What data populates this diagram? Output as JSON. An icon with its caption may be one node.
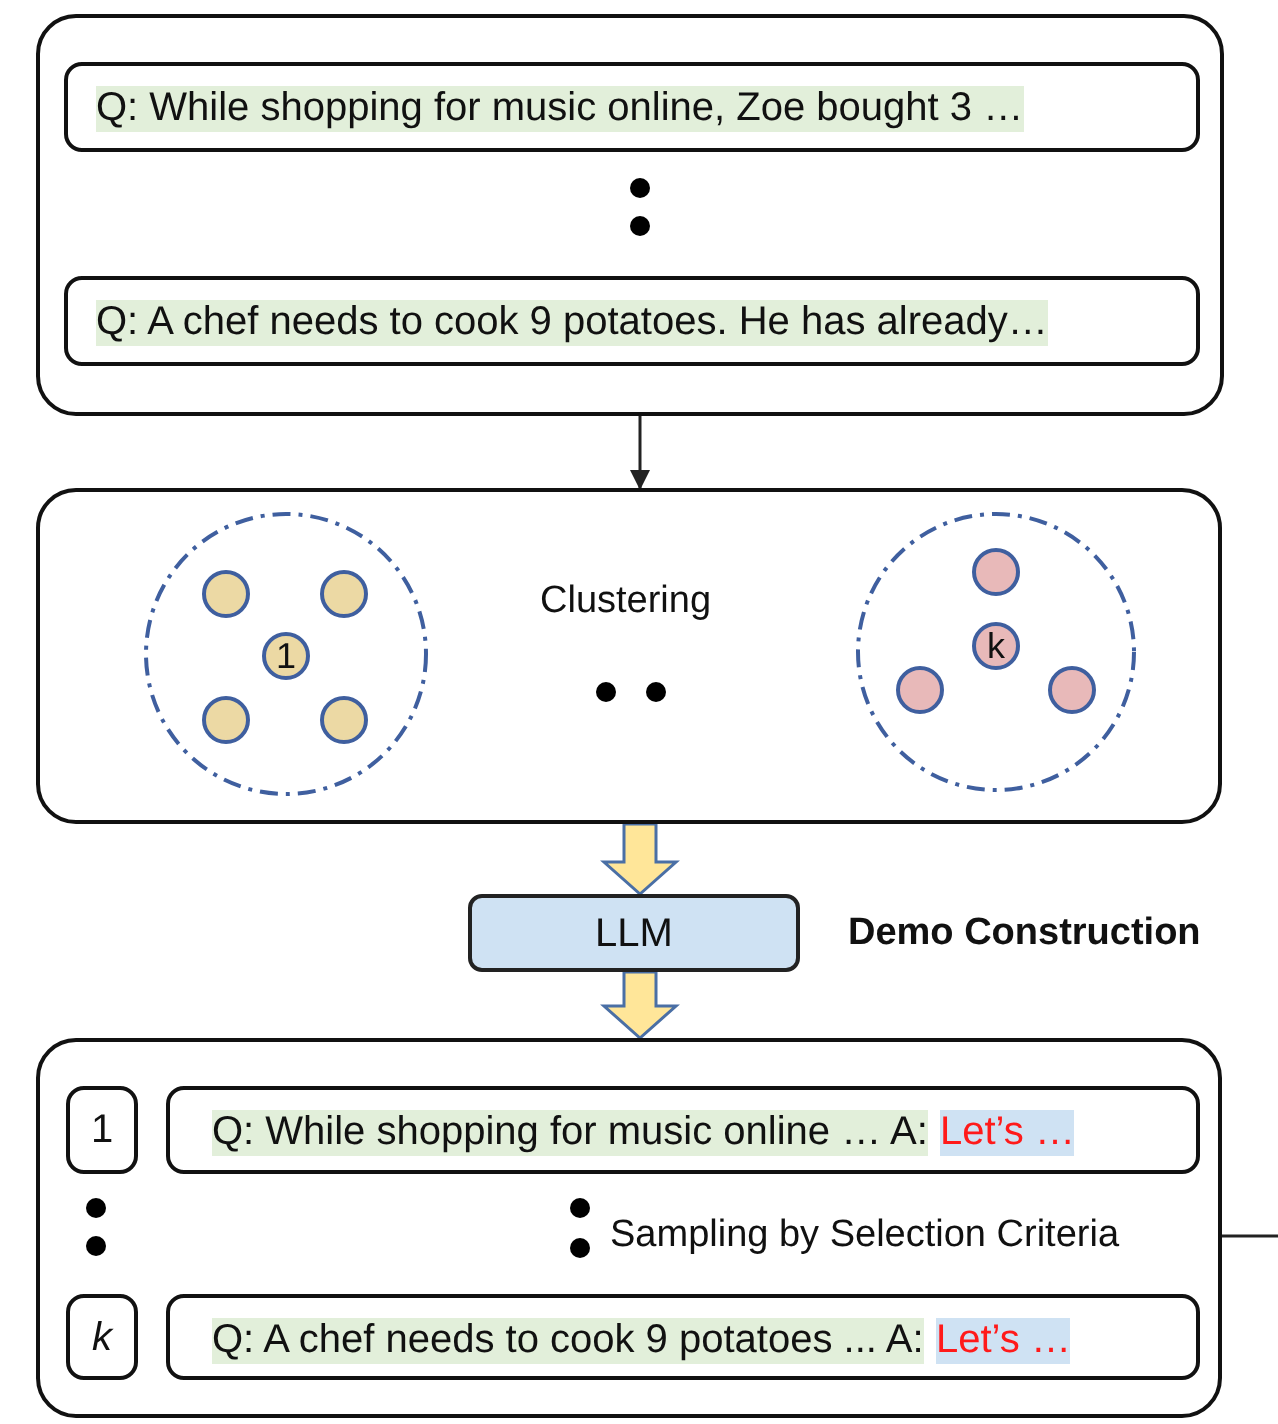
{
  "diagram": {
    "nodes": [
      {
        "text": [],
        "shape": "box"
      },
      {
        "text": [
          "Q: While shopping for music online, Zoe bought 3 …"
        ],
        "in": 0
      },
      {
        "text": [
          "Q: A chef needs to cook 9 potatoes. He has already…"
        ],
        "in": 0
      },
      {
        "text": [
          "Clustering"
        ]
      },
      {
        "text": [],
        "shape": "circle",
        "in": 3
      },
      {
        "text": [],
        "shape": "circle",
        "in": 4
      },
      {
        "text": [],
        "shape": "circle",
        "in": 4
      },
      {
        "text": [
          "1"
        ],
        "in": 4
      },
      {
        "text": [],
        "shape": "circle",
        "in": 4
      },
      {
        "text": [],
        "shape": "circle",
        "in": 4
      },
      {
        "text": [],
        "shape": "circle",
        "in": 3
      },
      {
        "text": [],
        "shape": "circle",
        "in": 10
      },
      {
        "text": [
          "k"
        ],
        "in": 10
      },
      {
        "text": [],
        "shape": "circle",
        "in": 10
      },
      {
        "text": [],
        "shape": "circle",
        "in": 10
      },
      {
        "text": [
          "LLM"
        ],
        "beside": [
          "Demo Construction"
        ]
      },
      {
        "text": [
          "Sampling by Selection Criteria"
        ]
      },
      {
        "text": [
          "1"
        ],
        "in": 16
      },
      {
        "text": [
          "Q: While shopping for music online … A:",
          "Let’s …"
        ],
        "in": 16
      },
      {
        "text": [
          "k"
        ],
        "in": 16
      },
      {
        "text": [
          "Q: A chef needs to cook 9 potatoes ... A:",
          "Let’s …"
        ],
        "in": 16
      }
    ],
    "edges": [
      {
        "from": 0,
        "to": 3,
        "arrow": "to"
      },
      {
        "from": 3,
        "to": 15,
        "arrow": "to",
        "style": "thick",
        "color": "#ffe699"
      },
      {
        "from": 15,
        "to": 16,
        "arrow": "to",
        "style": "thick",
        "color": "#ffe699"
      },
      {
        "from": 16,
        "to": null,
        "arrow": "none"
      }
    ]
  }
}
